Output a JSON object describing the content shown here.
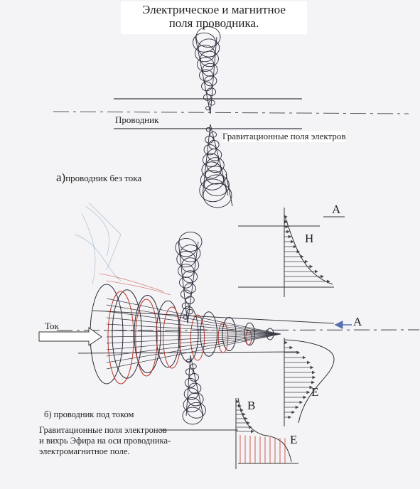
{
  "title_line1": "Электрическое и магнитное",
  "title_line2": "поля проводника.",
  "labels": {
    "conductor": "Проводник",
    "grav_fields": "Гравитационные поля электров",
    "case_a_prefix": "а)",
    "case_a_text": "проводник без тока",
    "A_top": "A",
    "H": "H",
    "A_right": "A",
    "current": "Ток",
    "E_right": "E",
    "B": "B",
    "E_bottom": "E",
    "case_b_line1": "б) проводник под током",
    "case_b_line2": "Гравитационные поля электронов",
    "case_b_line3": "и вихрь Эфира на оси проводника-",
    "case_b_line4": "электромагнитное поле."
  },
  "colors": {
    "ink": "#2a2a3a",
    "red": "#c0392b",
    "paper": "#f4f4f6",
    "blue_arrow": "#5a6fb0"
  }
}
